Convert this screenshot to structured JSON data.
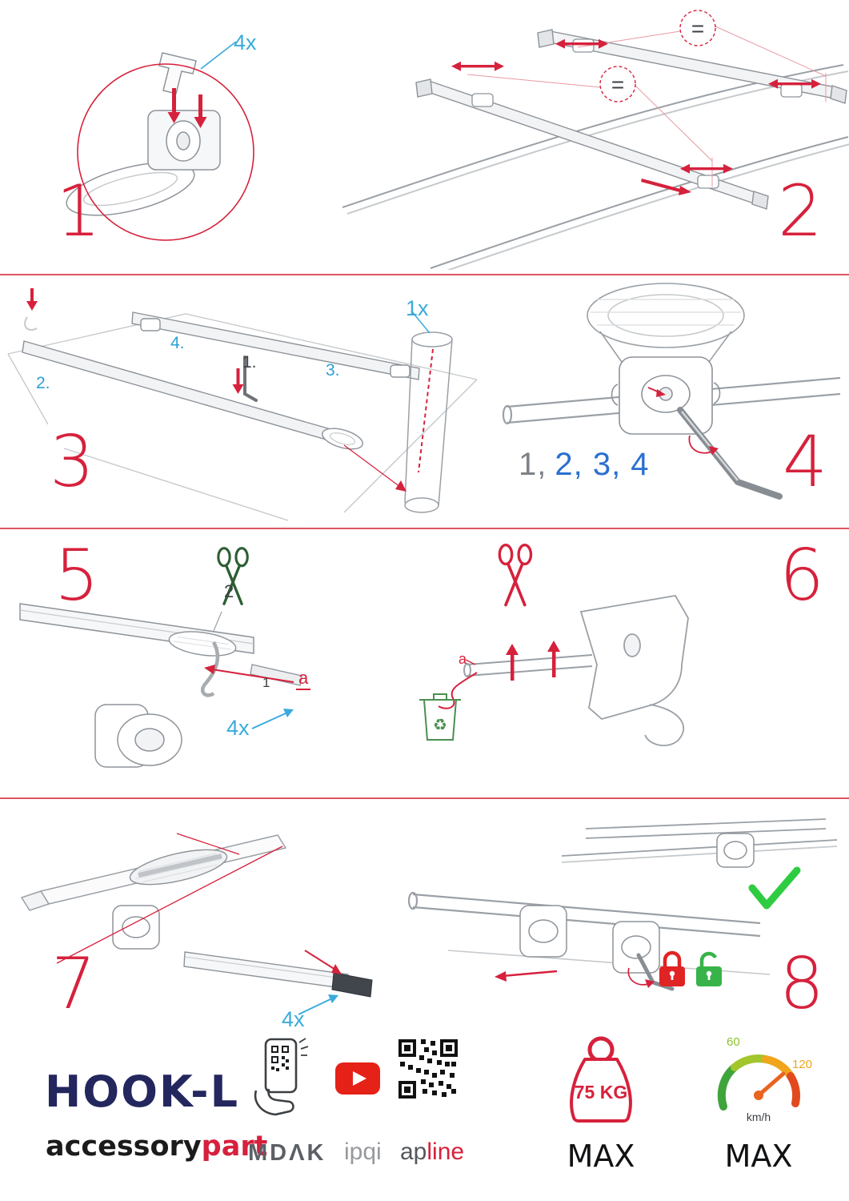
{
  "document": {
    "type": "roof-rack assembly instructions",
    "accent_red": "#d6213c",
    "accent_blue": "#3aabdb"
  },
  "icons": {
    "recycle": "♻"
  },
  "steps": {
    "one": {
      "num": "1",
      "qty": "4x"
    },
    "two": {
      "num": "2",
      "eq": "="
    },
    "three": {
      "num": "3",
      "qty": "1x",
      "sub1": "1.",
      "sub2": "2.",
      "sub3": "3.",
      "sub4": "4."
    },
    "four": {
      "num": "4",
      "seq_first": "1,",
      "seq_rest": "2, 3, 4"
    },
    "five": {
      "num": "5",
      "cut_order": "2",
      "pull_order": "1",
      "a_label": "a",
      "qty": "4x"
    },
    "six": {
      "num": "6",
      "a_label": "a"
    },
    "seven": {
      "num": "7",
      "qty": "4x"
    },
    "eight": {
      "num": "8"
    }
  },
  "footer": {
    "product_name": "HOOK-L",
    "brand_primary": "accessory",
    "brand_accent": "part",
    "logo_mdak": "MDΛK",
    "logo_ipqi": "ipqi",
    "logo_ap": "ap",
    "logo_line": "line",
    "max_load": {
      "value": "75 KG",
      "label": "MAX"
    },
    "max_speed": {
      "tick_low": "60",
      "tick_high": "120",
      "unit": "km/h",
      "label": "MAX"
    }
  }
}
